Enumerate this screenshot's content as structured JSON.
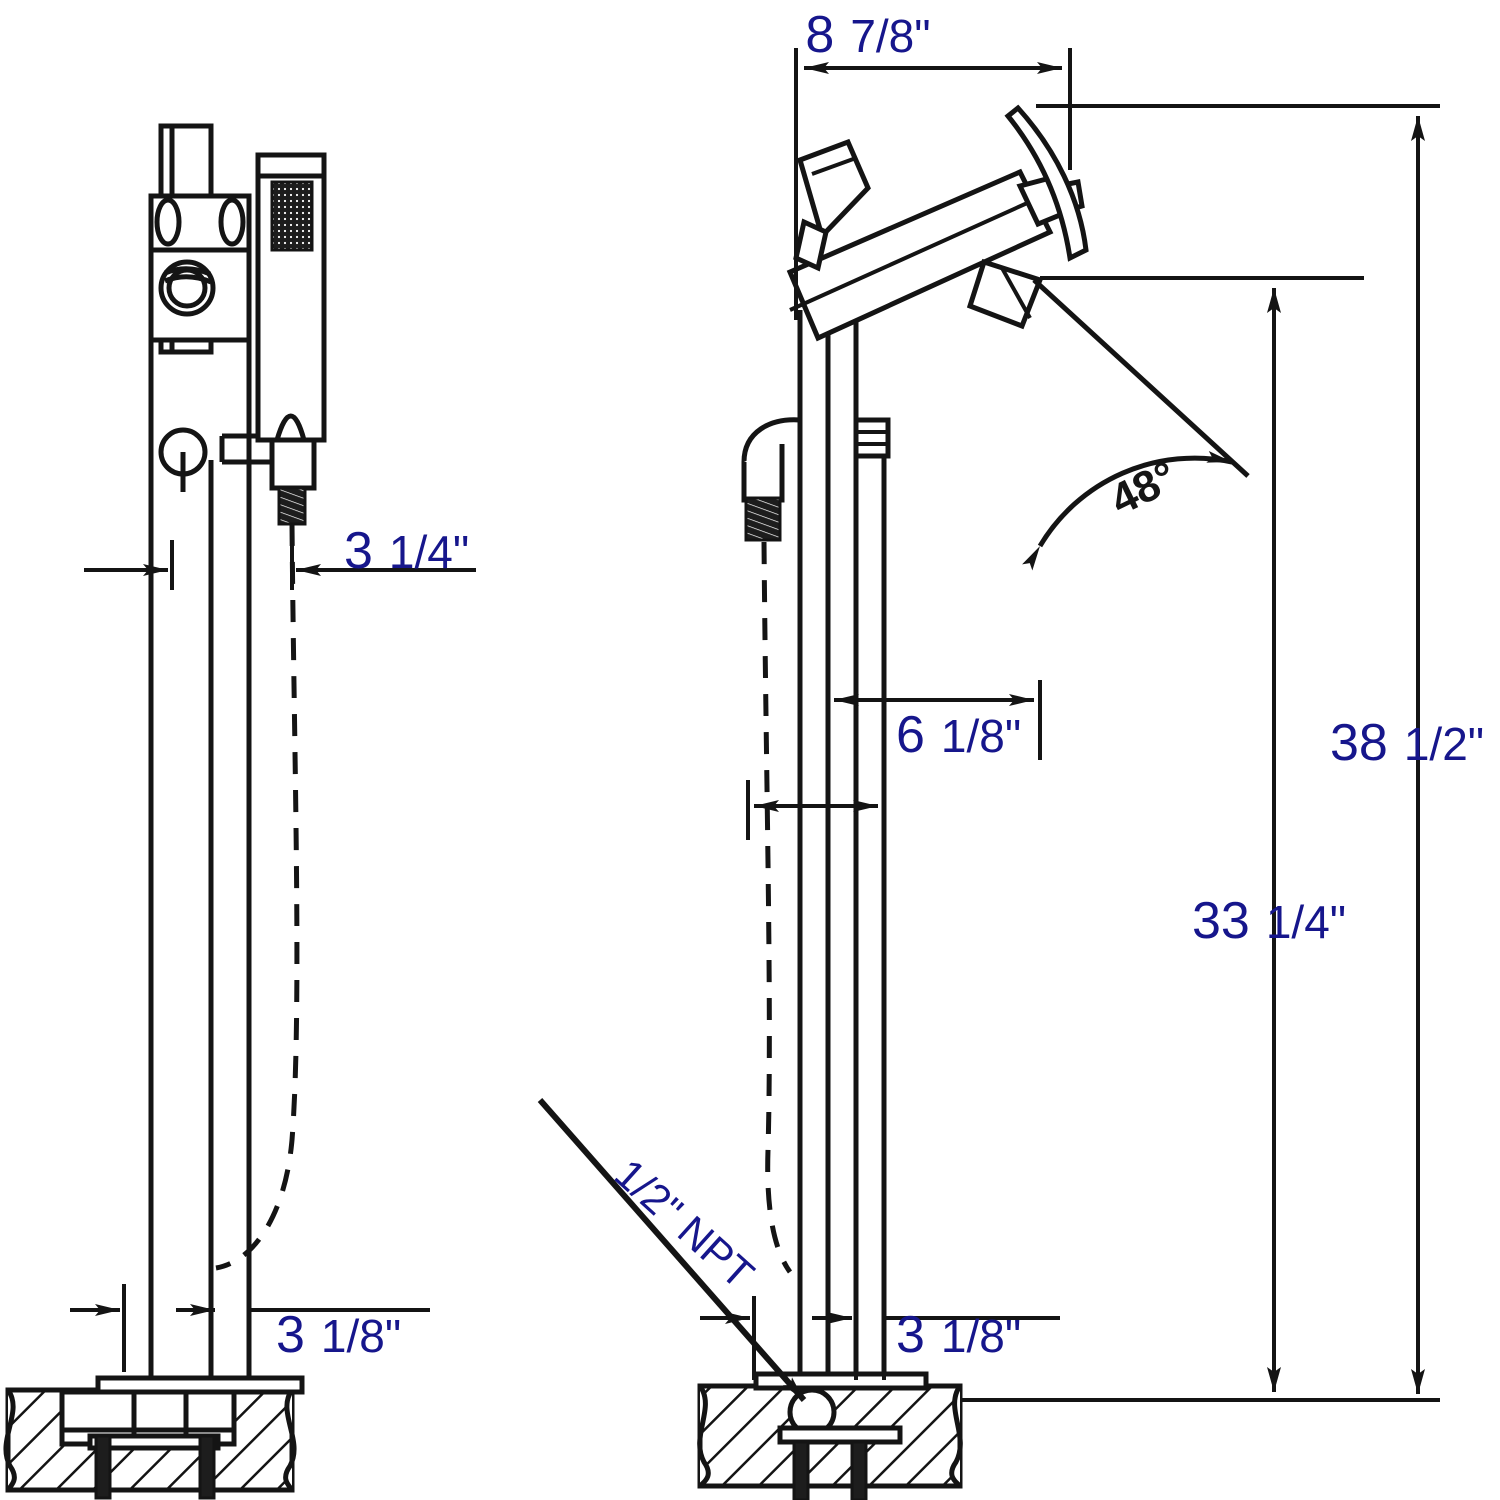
{
  "drawing": {
    "title": "Floor Mounted Tub Filler Faucet with Handheld Shower - Dimensioned Technical Drawing",
    "line_color": "#141414",
    "dimension_color": "#16168c",
    "angle_color": "#151515",
    "background": "#ffffff",
    "views": [
      {
        "name": "front-view",
        "label": ""
      },
      {
        "name": "side-view",
        "label": ""
      }
    ]
  },
  "dimensions": {
    "spout_reach": "8 7/8\"",
    "handheld_offset": "3 1/4\"",
    "base_spread_front": "3 1/8\"",
    "base_spread_side": "3 1/8\"",
    "handheld_offset_side": "6 1/8\"",
    "spout_angle": "48°",
    "overall_height": "38 1/2\"",
    "spout_height": "33 1/4\"",
    "inlet_thread": "1/2\" NPT"
  },
  "dimension_parts": {
    "spout_reach_whole": "8",
    "spout_reach_frac": "7/8\"",
    "handheld_offset_whole": "3",
    "handheld_offset_frac": "1/4\"",
    "base_front_whole": "3",
    "base_front_frac": "1/8\"",
    "base_side_whole": "3",
    "base_side_frac": "1/8\"",
    "handheld_side_whole": "6",
    "handheld_side_frac": "1/8\"",
    "overall_height_whole": "38",
    "overall_height_frac": "1/2\"",
    "spout_height_whole": "33",
    "spout_height_frac": "1/4\""
  }
}
